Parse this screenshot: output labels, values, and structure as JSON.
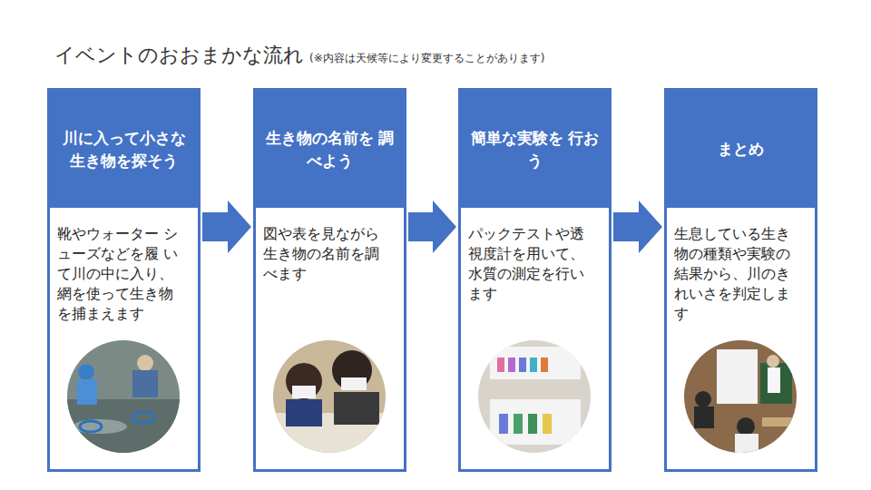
{
  "diagram": {
    "title": "イベントのおおまかな流れ",
    "nodes": [
      {
        "text": [
          "川に入って小さな 生き物を探そう",
          "靴やウォーター シューズなどを履 いて川の中に入り、 網を使って生き物 を捕まえます"
        ]
      },
      {
        "text": [
          "生き物の名前を 調べよう",
          "図や表を見ながら 生き物の名前を調 べます"
        ]
      },
      {
        "text": [
          "簡単な実験を 行おう",
          "パックテストや透 視度計を用いて、 水質の測定を行い ます"
        ]
      },
      {
        "text": [
          "まとめ",
          "生息している生き 物の種類や実験の 結果から、川のき れいさを判定しま す"
        ]
      }
    ],
    "edges": [
      {
        "from": 0,
        "to": 1,
        "arrow": "to"
      },
      {
        "from": 1,
        "to": 2,
        "arrow": "to"
      },
      {
        "from": 2,
        "to": 3,
        "arrow": "to"
      }
    ],
    "labels": [
      "(※内容は天候等により変更することがあります)"
    ]
  }
}
